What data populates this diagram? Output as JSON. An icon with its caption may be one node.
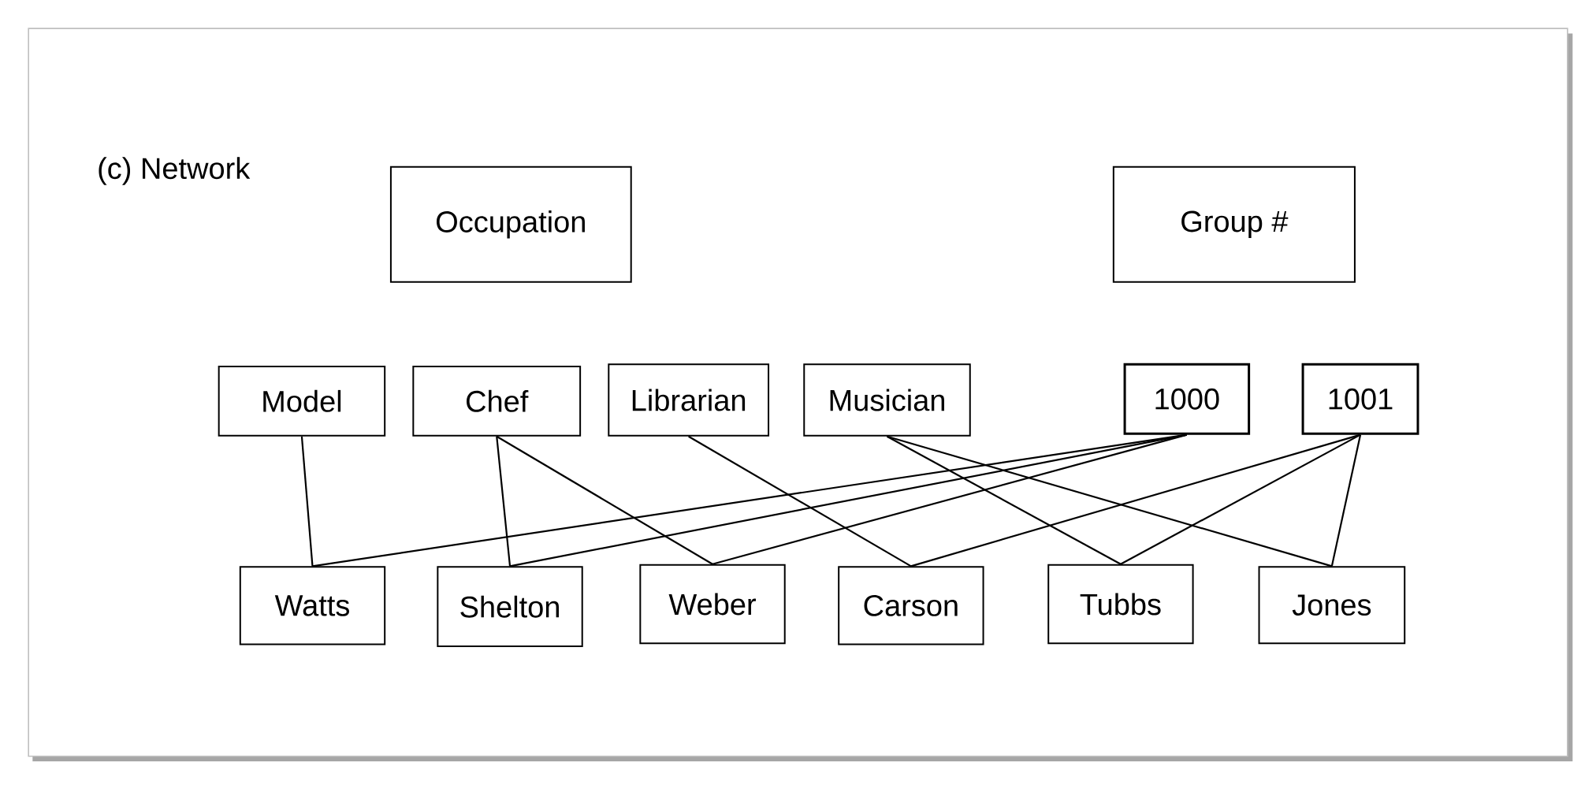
{
  "diagram": {
    "nodes": [
      {
        "text": [
          "Occupation"
        ]
      },
      {
        "text": [
          "Group #"
        ]
      },
      {
        "text": [
          "Model"
        ]
      },
      {
        "text": [
          "Chef"
        ]
      },
      {
        "text": [
          "Librarian"
        ]
      },
      {
        "text": [
          "Musician"
        ]
      },
      {
        "text": [
          "1000"
        ]
      },
      {
        "text": [
          "1001"
        ]
      },
      {
        "text": [
          "Watts"
        ]
      },
      {
        "text": [
          "Shelton"
        ]
      },
      {
        "text": [
          "Weber"
        ]
      },
      {
        "text": [
          "Carson"
        ]
      },
      {
        "text": [
          "Tubbs"
        ]
      },
      {
        "text": [
          "Jones"
        ]
      }
    ],
    "edges": [
      {
        "from": 2,
        "to": 8,
        "arrow": "none"
      },
      {
        "from": 3,
        "to": 9,
        "arrow": "none"
      },
      {
        "from": 3,
        "to": 10,
        "arrow": "none"
      },
      {
        "from": 4,
        "to": 11,
        "arrow": "none"
      },
      {
        "from": 5,
        "to": 12,
        "arrow": "none"
      },
      {
        "from": 5,
        "to": 13,
        "arrow": "none"
      },
      {
        "from": 6,
        "to": 8,
        "arrow": "none"
      },
      {
        "from": 6,
        "to": 9,
        "arrow": "none"
      },
      {
        "from": 6,
        "to": 10,
        "arrow": "none"
      },
      {
        "from": 7,
        "to": 11,
        "arrow": "none"
      },
      {
        "from": 7,
        "to": 12,
        "arrow": "none"
      },
      {
        "from": 7,
        "to": 13,
        "arrow": "none"
      }
    ],
    "labels": [
      "(c) Network"
    ]
  }
}
